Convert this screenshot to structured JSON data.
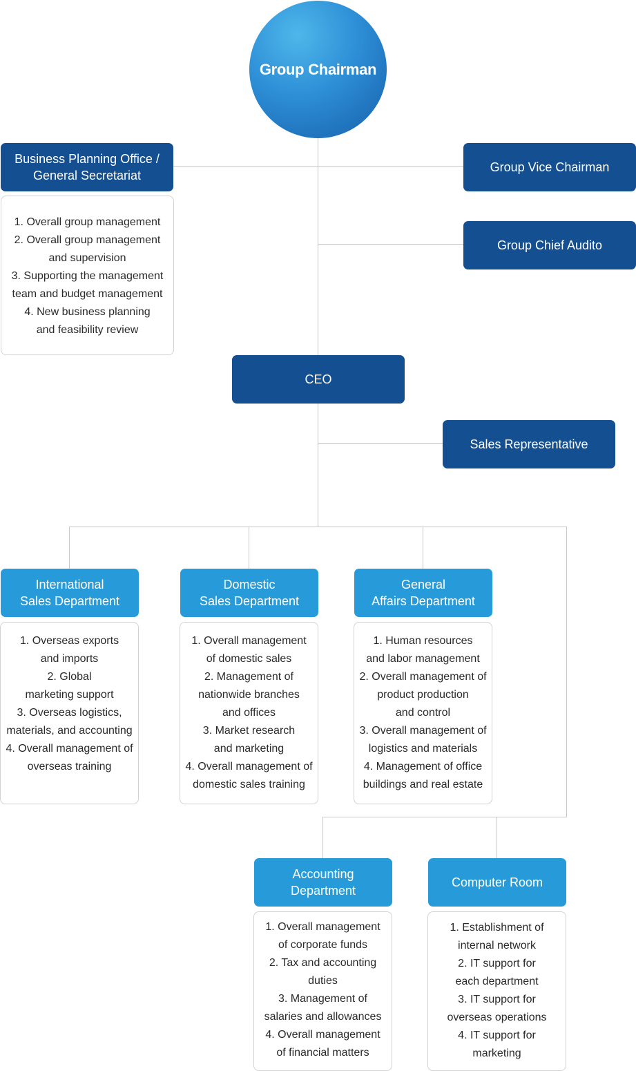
{
  "chairman": "Group Chairman",
  "bpo": {
    "title": "Business Planning Office /\nGeneral Secretariat",
    "items": [
      "1. Overall group management",
      "2. Overall group management\nand supervision",
      "3. Supporting the management\nteam and budget management",
      "4. New business planning\nand feasibility review"
    ]
  },
  "vice_chairman": "Group Vice Chairman",
  "chief_auditor": "Group Chief Audito",
  "ceo": "CEO",
  "sales_rep": "Sales Representative",
  "departments": [
    {
      "title": "International\nSales Department",
      "items": [
        "1. Overseas exports\nand imports",
        "2. Global\nmarketing support",
        "3. Overseas logistics,\nmaterials, and accounting",
        "4. Overall management of\noverseas training"
      ]
    },
    {
      "title": "Domestic\nSales Department",
      "items": [
        "1. Overall management\nof domestic sales",
        "2. Management of\nnationwide branches\nand offices",
        "3. Market research\nand marketing",
        "4. Overall management of\ndomestic sales training"
      ]
    },
    {
      "title": "General\nAffairs Department",
      "items": [
        "1. Human resources\nand labor management",
        "2. Overall management of\nproduct production\nand control",
        "3. Overall management of\nlogistics and materials",
        "4. Management of office\nbuildings and real estate"
      ]
    },
    {
      "title": "Accounting\nDepartment",
      "items": [
        "1. Overall management\nof corporate funds",
        "2. Tax and accounting\nduties",
        "3. Management of\nsalaries and allowances",
        "4. Overall management\nof financial matters"
      ]
    },
    {
      "title": "Computer Room",
      "items": [
        "1. Establishment of\ninternal network",
        "2. IT support for\neach department",
        "3. IT support for\noverseas operations",
        "4. IT support for\nmarketing"
      ]
    }
  ],
  "colors": {
    "dark_box": "#144f91",
    "light_box": "#279bd9",
    "line": "#c8c8c8"
  }
}
